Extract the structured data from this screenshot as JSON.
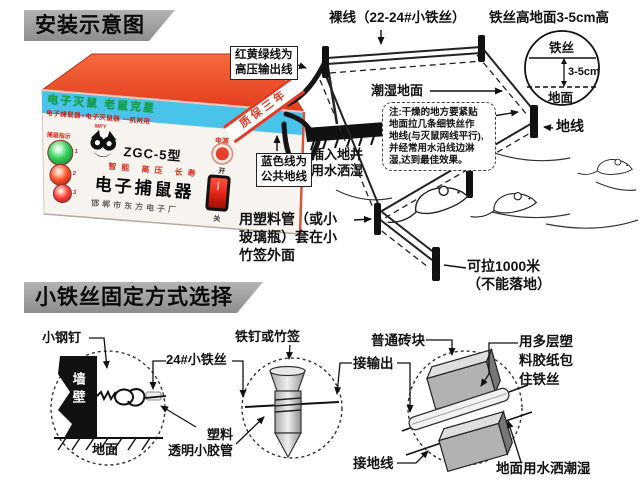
{
  "colors": {
    "device_top": "#e8472a",
    "band_blue": "#49c3ea",
    "banner_gray": "#9a9a9a",
    "accent_red": "#e23b24",
    "line_black": "#111111"
  },
  "banners": {
    "install": "安装示意图",
    "fixing": "小铁丝固定方式选择"
  },
  "device": {
    "band_title": "电子灭鼠  老鼠克星",
    "band_sub": "电子捕鼠器+电子灭鼠器 一机两用",
    "ribbon": "质保三年",
    "logo": "MFY",
    "model": "ZGC-5型",
    "features": "智能 高压 长寿",
    "product_name": "电子捕鼠器",
    "factory": "邯郸市东方电子厂",
    "power": "电源",
    "on": "开",
    "off": "关",
    "indicator": "捕鼠指示",
    "n1": "1",
    "n2": "2",
    "n3": "3"
  },
  "install": {
    "output_wire_l1": "红黄绿线为",
    "output_wire_l2": "高压输出线",
    "bare_wire": "裸线（22-24#小铁丝）",
    "wire_height": "铁丝高地面3-5cm高",
    "circle_wire": "铁丝",
    "circle_gap": "3-5cm",
    "circle_ground": "地面",
    "damp_ground": "潮湿地面",
    "note_l1": "注:干燥的地方要紧贴",
    "note_l2": "地面拉几条细铁丝作",
    "note_l3": "地线(与灭鼠网线平行),",
    "note_l4": "并经常用水沿线边淋",
    "note_l5": "湿,达到最佳效果。",
    "ground_wire": "地线",
    "blue_wire_l1": "蓝色线为",
    "blue_wire_l2": "公共地线",
    "insert_l1": "插入地并",
    "insert_l2": "用水洒湿",
    "tube_l1": "用塑料管（或小",
    "tube_l2": "玻璃瓶）套在小",
    "tube_l3": "竹签外面",
    "pull_l1": "可拉1000米",
    "pull_l2": "（不能落地）"
  },
  "fixing": {
    "steel_nail": "小钢钉",
    "nail_or_stick": "铁钉或竹签",
    "iron_wire": "24#小铁丝",
    "tube_s_l1": "塑料",
    "tube_s_l2": "透明小胶管",
    "brick": "普通砖块",
    "tape_l1": "用多层塑",
    "tape_l2": "料胶纸包",
    "tape_l3": "住铁丝",
    "connect_output": "接输出",
    "connect_ground": "接地线",
    "wet_ground": "地面用水洒潮湿",
    "wall": "墙壁",
    "ground": "地面"
  }
}
